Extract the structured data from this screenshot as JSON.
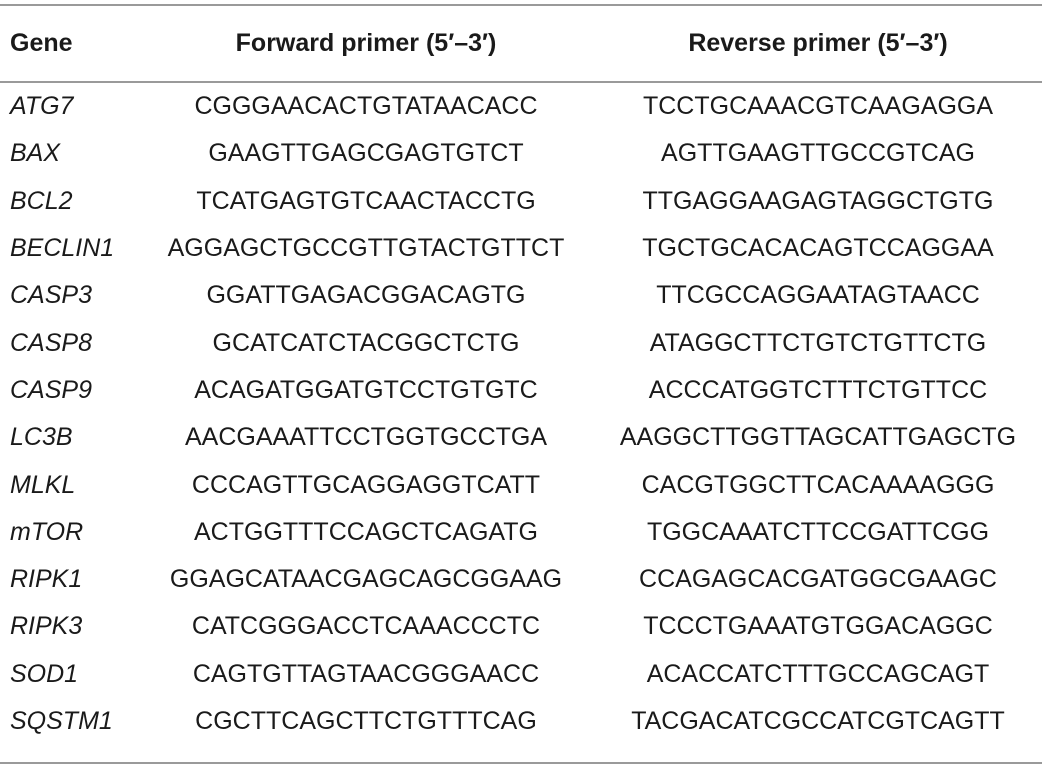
{
  "table": {
    "headers": [
      "Gene",
      "Forward primer (5′–3′)",
      "Reverse primer (5′–3′)"
    ],
    "rows": [
      {
        "gene": "ATG7",
        "forward": "CGGGAACACTGTATAACACC",
        "reverse": "TCCTGCAAACGTCAAGAGGA"
      },
      {
        "gene": "BAX",
        "forward": "GAAGTTGAGCGAGTGTCT",
        "reverse": "AGTTGAAGTTGCCGTCAG"
      },
      {
        "gene": "BCL2",
        "forward": "TCATGAGTGTCAACTACCTG",
        "reverse": "TTGAGGAAGAGTAGGCTGTG"
      },
      {
        "gene": "BECLIN1",
        "forward": "AGGAGCTGCCGTTGTACTGTTCT",
        "reverse": "TGCTGCACACAGTCCAGGAA"
      },
      {
        "gene": "CASP3",
        "forward": "GGATTGAGACGGACAGTG",
        "reverse": "TTCGCCAGGAATAGTAACC"
      },
      {
        "gene": "CASP8",
        "forward": "GCATCATCTACGGCTCTG",
        "reverse": "ATAGGCTTCTGTCTGTTCTG"
      },
      {
        "gene": "CASP9",
        "forward": "ACAGATGGATGTCCTGTGTC",
        "reverse": "ACCCATGGTCTTTCTGTTCC"
      },
      {
        "gene": "LC3B",
        "forward": "AACGAAATTCCTGGTGCCTGA",
        "reverse": "AAGGCTTGGTTAGCATTGAGCTG"
      },
      {
        "gene": "MLKL",
        "forward": "CCCAGTTGCAGGAGGTCATT",
        "reverse": "CACGTGGCTTCACAAAAGGG"
      },
      {
        "gene": "mTOR",
        "forward": "ACTGGTTTCCAGCTCAGATG",
        "reverse": "TGGCAAATCTTCCGATTCGG"
      },
      {
        "gene": "RIPK1",
        "forward": "GGAGCATAACGAGCAGCGGAAG",
        "reverse": "CCAGAGCACGATGGCGAAGC"
      },
      {
        "gene": "RIPK3",
        "forward": "CATCGGGACCTCAAACCCTC",
        "reverse": "TCCCTGAAATGTGGACAGGC"
      },
      {
        "gene": "SOD1",
        "forward": "CAGTGTTAGTAACGGGAACC",
        "reverse": "ACACCATCTTTGCCAGCAGT"
      },
      {
        "gene": "SQSTM1",
        "forward": "CGCTTCAGCTTCTGTTTCAG",
        "reverse": "TACGACATCGCCATCGTCAGTT"
      }
    ]
  }
}
